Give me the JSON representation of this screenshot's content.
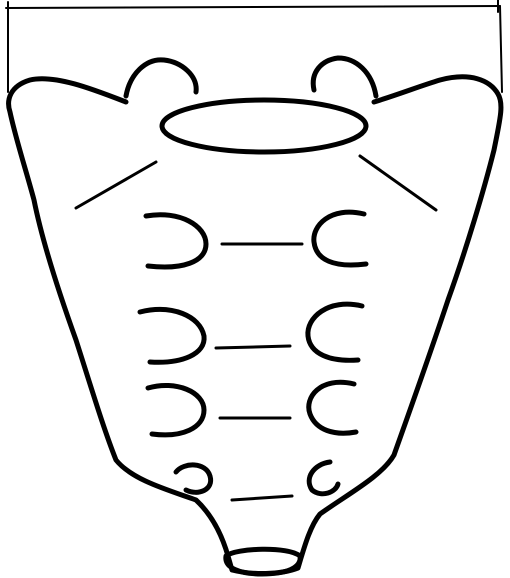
{
  "diagram": {
    "subject": "sacrum-sketch",
    "style": "hand-drawn line art",
    "colors": {
      "ink": "#000000",
      "background": "#ffffff"
    },
    "foramina_pairs": 4,
    "segment_lines": 4
  }
}
